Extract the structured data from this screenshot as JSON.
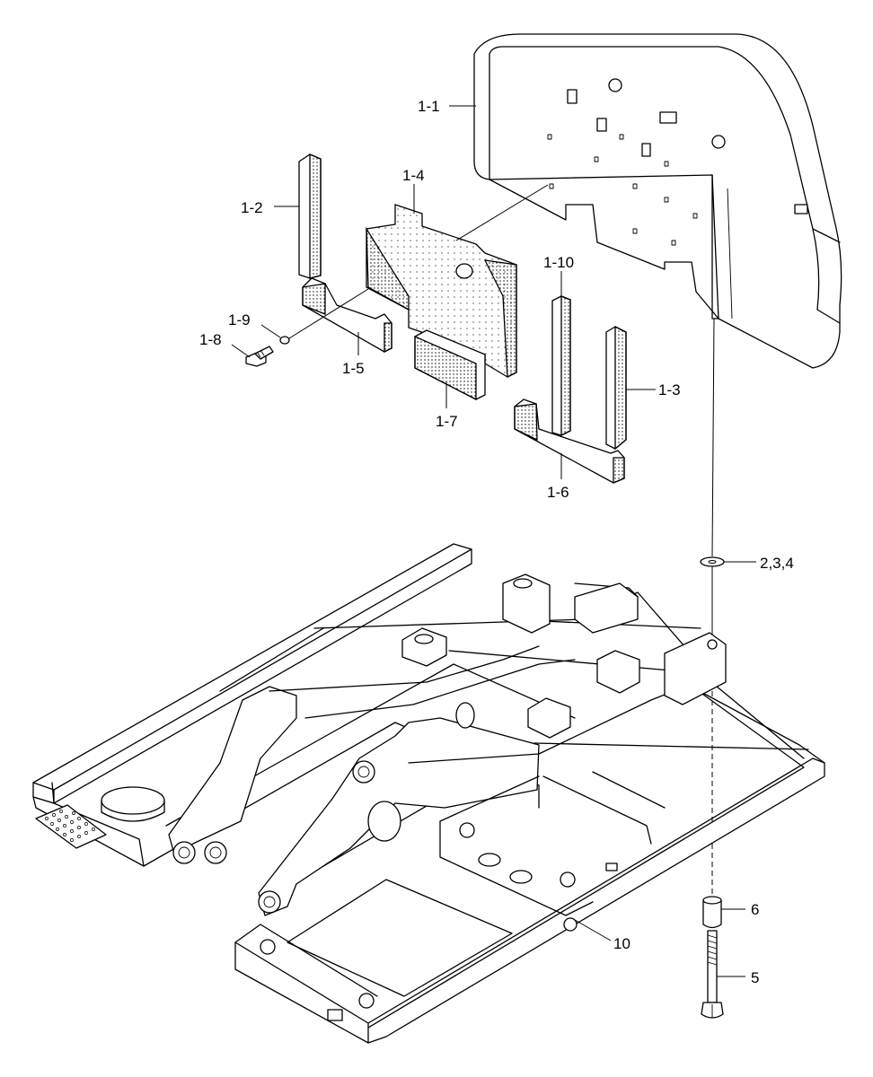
{
  "labels": {
    "p1_1": "1-1",
    "p1_2": "1-2",
    "p1_3": "1-3",
    "p1_4": "1-4",
    "p1_5": "1-5",
    "p1_6": "1-6",
    "p1_7": "1-7",
    "p1_8": "1-8",
    "p1_9": "1-9",
    "p1_10": "1-10",
    "p2_3_4": "2,3,4",
    "p5": "5",
    "p6": "6",
    "p10": "10"
  }
}
